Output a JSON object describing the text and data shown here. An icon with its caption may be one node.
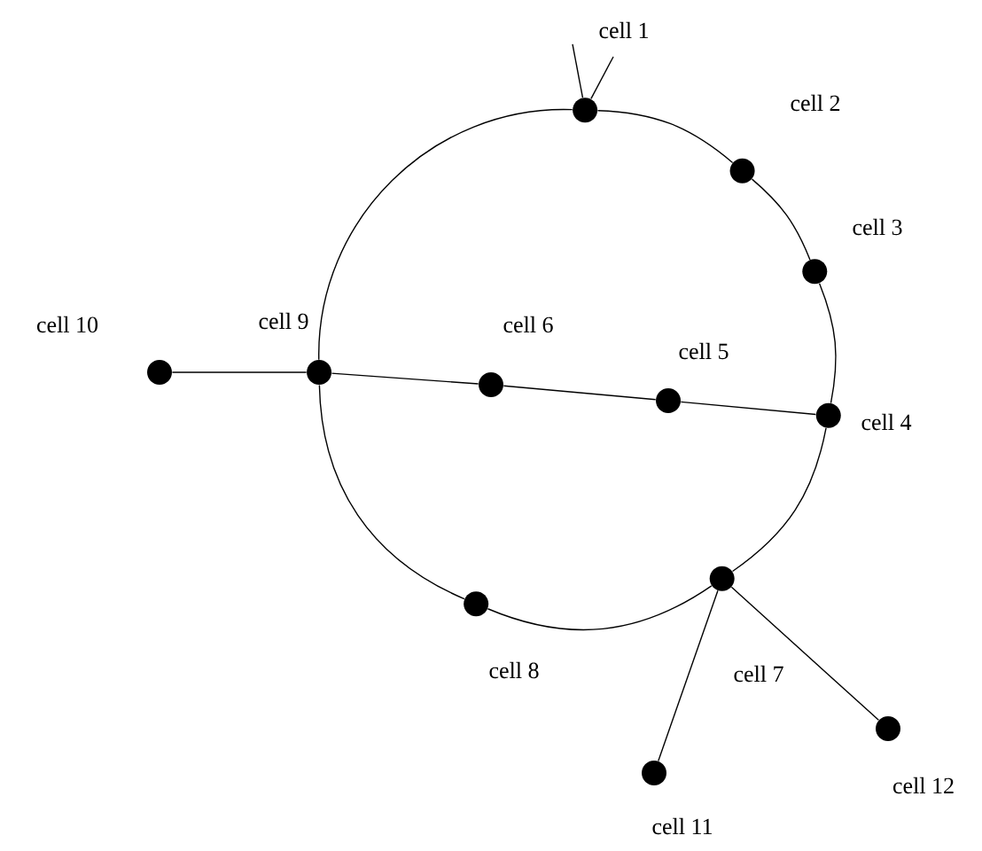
{
  "diagram": {
    "nodes": [
      {
        "text": [],
        "shape": "circle",
        "beside": [
          "cell 1"
        ]
      },
      {
        "text": [],
        "shape": "circle",
        "beside": [
          "cell 2"
        ]
      },
      {
        "text": [],
        "shape": "circle",
        "beside": [
          "cell 3"
        ]
      },
      {
        "text": [],
        "shape": "circle",
        "beside": [
          "cell 4"
        ]
      },
      {
        "text": [],
        "shape": "circle",
        "beside": [
          "cell 5"
        ]
      },
      {
        "text": [],
        "shape": "circle",
        "beside": [
          "cell 6"
        ]
      },
      {
        "text": [],
        "shape": "circle",
        "beside": [
          "cell 7"
        ]
      },
      {
        "text": [],
        "shape": "circle",
        "beside": [
          "cell 8"
        ]
      },
      {
        "text": [],
        "shape": "circle",
        "beside": [
          "cell 9"
        ]
      },
      {
        "text": [],
        "shape": "circle",
        "beside": [
          "cell 10"
        ]
      },
      {
        "text": [],
        "shape": "circle",
        "beside": [
          "cell 11"
        ]
      },
      {
        "text": [],
        "shape": "circle",
        "beside": [
          "cell 12"
        ]
      }
    ],
    "edges": [
      {
        "from": 0,
        "to": 1,
        "arrow": "none"
      },
      {
        "from": 1,
        "to": 2,
        "arrow": "none"
      },
      {
        "from": 2,
        "to": 3,
        "arrow": "none"
      },
      {
        "from": 3,
        "to": 6,
        "arrow": "none"
      },
      {
        "from": 6,
        "to": 7,
        "arrow": "none"
      },
      {
        "from": 7,
        "to": 8,
        "arrow": "none"
      },
      {
        "from": 8,
        "to": 0,
        "arrow": "none"
      },
      {
        "from": 8,
        "to": 5,
        "arrow": "none"
      },
      {
        "from": 5,
        "to": 4,
        "arrow": "none"
      },
      {
        "from": 4,
        "to": 3,
        "arrow": "none"
      },
      {
        "from": 9,
        "to": 8,
        "arrow": "none"
      },
      {
        "from": 6,
        "to": 10,
        "arrow": "none"
      },
      {
        "from": 6,
        "to": 11,
        "arrow": "none"
      },
      {
        "from": 0,
        "to": null,
        "arrow": "none"
      },
      {
        "from": 0,
        "to": null,
        "arrow": "none"
      }
    ]
  }
}
